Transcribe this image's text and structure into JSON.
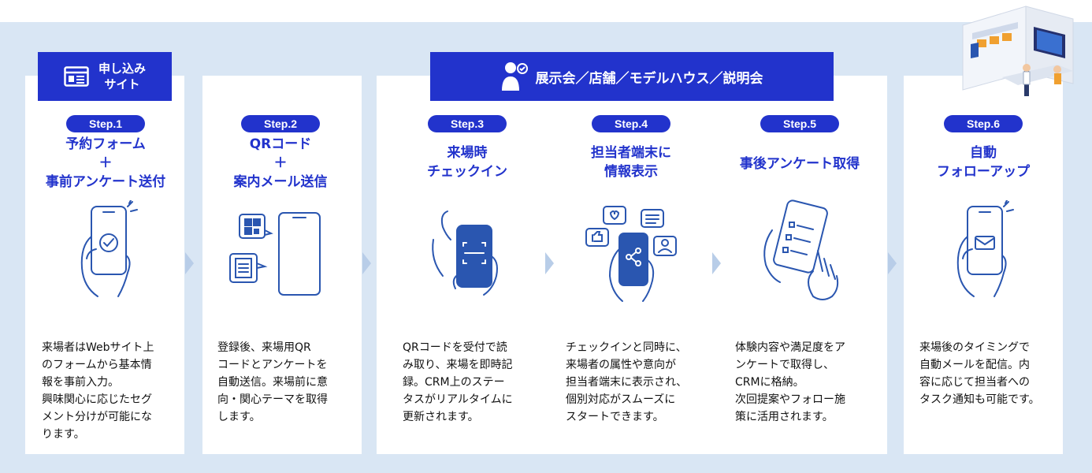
{
  "banners": {
    "site": "申し込み\nサイト",
    "event": "展示会／店舗／モデルハウス／説明会"
  },
  "steps": [
    {
      "badge": "Step.1",
      "title": "予約フォーム\n＋\n事前アンケート送付",
      "desc": "来場者はWebサイト上\nのフォームから基本情\n報を事前入力。\n興味関心に応じたセグ\nメント分けが可能にな\nります。",
      "icon": "phone-check-icon"
    },
    {
      "badge": "Step.2",
      "title": "QRコード\n＋\n案内メール送信",
      "desc": "登録後、来場用QR\nコードとアンケートを\n自動送信。来場前に意\n向・関心テーマを取得\nします。",
      "icon": "phone-qr-icon"
    },
    {
      "badge": "Step.3",
      "title": "来場時\nチェックイン",
      "desc": "QRコードを受付で読\nみ取り、来場を即時記\n録。CRM上のステー\nタスがリアルタイムに\n更新されます。",
      "icon": "phone-scan-icon"
    },
    {
      "badge": "Step.4",
      "title": "担当者端末に\n情報表示",
      "desc": "チェックインと同時に、\n来場者の属性や意向が\n担当者端末に表示され、\n個別対応がスムーズに\nスタートできます。",
      "icon": "phone-share-icon"
    },
    {
      "badge": "Step.5",
      "title": "事後アンケート取得",
      "desc": "体験内容や満足度をア\nンケートで取得し、\nCRMに格納。\n次回提案やフォロー施\n策に活用されます。",
      "icon": "phone-survey-icon"
    },
    {
      "badge": "Step.6",
      "title": "自動\nフォローアップ",
      "desc": "来場後のタイミングで\n自動メールを配信。内\n容に応じて担当者への\nタスク通知も可能です。",
      "icon": "phone-mail-icon"
    }
  ],
  "colors": {
    "accent": "#2233cc",
    "background": "#d9e6f4",
    "illustration": "#2a56b0",
    "arrow": "#b8cde8"
  }
}
